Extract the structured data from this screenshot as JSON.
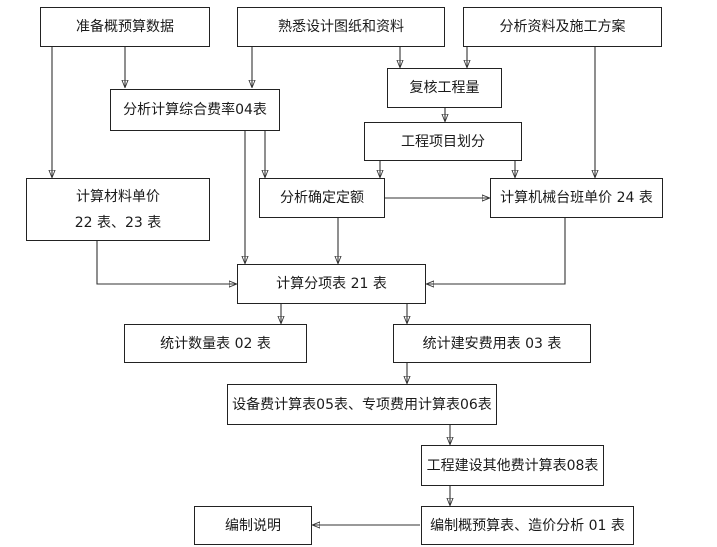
{
  "nodes": {
    "prepare_budget": "准备概预算数据",
    "familiarize_drawings": "熟悉设计图纸和资料",
    "analyze_materials": "分析资料及施工方案",
    "recheck_quantity": "复核工程量",
    "analyze_rate_04": "分析计算综合费率04表",
    "project_division": "工程项目划分",
    "calc_material_price": {
      "line1": "计算材料单价",
      "line2": "22 表、23 表"
    },
    "analyze_quota": "分析确定定额",
    "calc_machine_price_24": "计算机械台班单价 24 表",
    "calc_items_21": "计算分项表 21 表",
    "stat_quantity_02": "统计数量表 02 表",
    "stat_construction_03": "统计建安费用表 03 表",
    "equipment_special_05_06": "设备费计算表05表、专项费用计算表06表",
    "other_costs_08": "工程建设其他费计算表08表",
    "compile_budget_01": "编制概预算表、造价分析 01 表",
    "compile_notes": "编制说明"
  },
  "edges": [
    [
      "prepare_budget",
      "analyze_rate_04"
    ],
    [
      "prepare_budget",
      "calc_material_price"
    ],
    [
      "familiarize_drawings",
      "analyze_rate_04"
    ],
    [
      "familiarize_drawings",
      "recheck_quantity"
    ],
    [
      "analyze_materials",
      "recheck_quantity"
    ],
    [
      "analyze_materials",
      "calc_machine_price_24"
    ],
    [
      "recheck_quantity",
      "project_division"
    ],
    [
      "analyze_rate_04",
      "calc_items_21"
    ],
    [
      "analyze_rate_04",
      "analyze_quota"
    ],
    [
      "project_division",
      "analyze_quota"
    ],
    [
      "project_division",
      "calc_machine_price_24"
    ],
    [
      "analyze_quota",
      "calc_machine_price_24"
    ],
    [
      "calc_material_price",
      "calc_items_21"
    ],
    [
      "analyze_quota",
      "calc_items_21"
    ],
    [
      "calc_machine_price_24",
      "calc_items_21"
    ],
    [
      "calc_items_21",
      "stat_quantity_02"
    ],
    [
      "calc_items_21",
      "stat_construction_03"
    ],
    [
      "stat_construction_03",
      "equipment_special_05_06"
    ],
    [
      "equipment_special_05_06",
      "other_costs_08"
    ],
    [
      "other_costs_08",
      "compile_budget_01"
    ],
    [
      "compile_budget_01",
      "compile_notes"
    ]
  ]
}
